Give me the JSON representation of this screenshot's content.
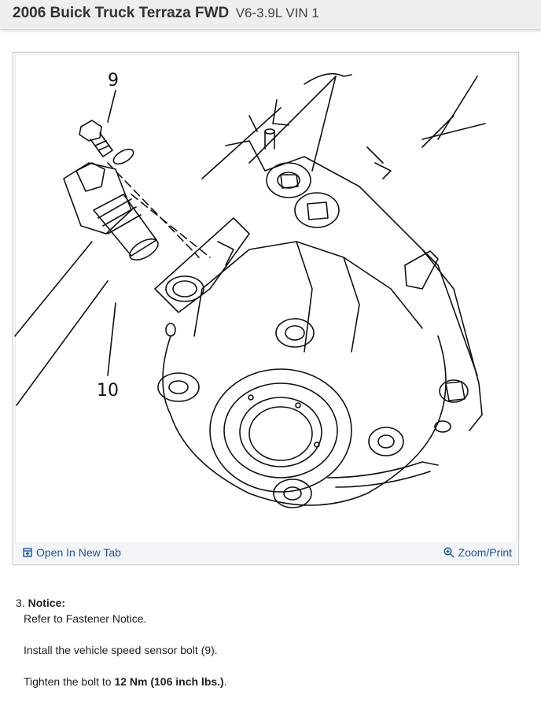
{
  "header": {
    "vehicle": "2006 Buick Truck Terraza FWD",
    "engine": "V6-3.9L VIN 1"
  },
  "figure": {
    "callouts": {
      "bolt": "9",
      "sensor": "10"
    },
    "open_new_tab_label": "Open In New Tab",
    "zoom_print_label": "Zoom/Print",
    "icons": {
      "open_tab": "open-new-tab-icon",
      "zoom": "zoom-icon"
    },
    "link_color": "#1a57a6"
  },
  "steps": {
    "number": "3.",
    "notice_label": "Notice:",
    "notice_text": "Refer to Fastener Notice.",
    "install_text": "Install the vehicle speed sensor bolt (9).",
    "tighten_prefix": "Tighten the bolt to ",
    "torque": "12 Nm (106 inch lbs.)",
    "tighten_suffix": "."
  }
}
